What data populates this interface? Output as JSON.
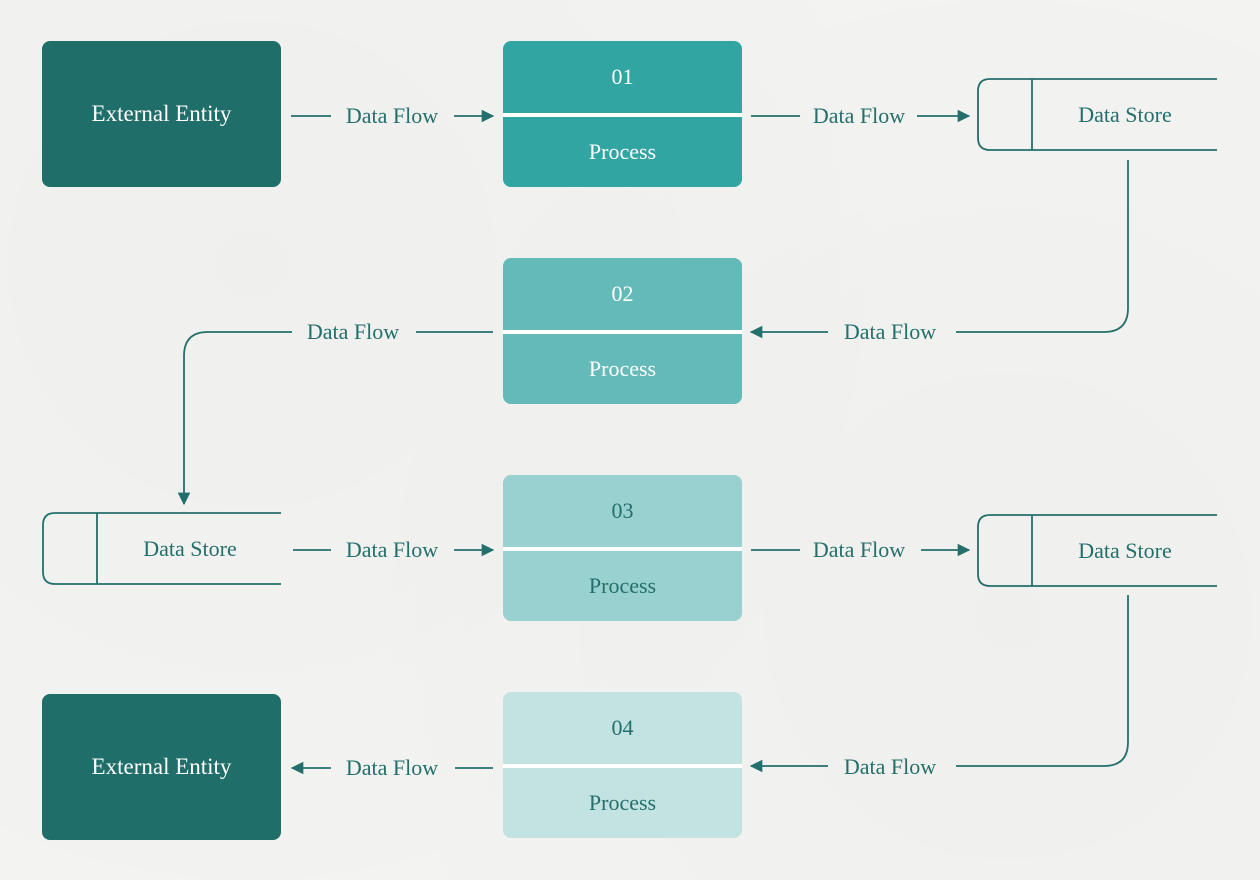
{
  "colors": {
    "entity": "#1f6e69",
    "line": "#236f6b",
    "process_01": "#31a5a2",
    "process_02": "#64bab8",
    "process_03": "#98d1cf",
    "process_04": "#c2e3e2",
    "text_light": "#ffffff",
    "text_dark": "#236f6b"
  },
  "entities": [
    {
      "label": "External Entity"
    },
    {
      "label": "External Entity"
    }
  ],
  "processes": [
    {
      "number": "01",
      "label": "Process"
    },
    {
      "number": "02",
      "label": "Process"
    },
    {
      "number": "03",
      "label": "Process"
    },
    {
      "number": "04",
      "label": "Process"
    }
  ],
  "stores": [
    {
      "label": "Data Store"
    },
    {
      "label": "Data Store"
    },
    {
      "label": "Data Store"
    }
  ],
  "flows": [
    {
      "label": "Data Flow"
    },
    {
      "label": "Data Flow"
    },
    {
      "label": "Data Flow"
    },
    {
      "label": "Data Flow"
    },
    {
      "label": "Data Flow"
    },
    {
      "label": "Data Flow"
    },
    {
      "label": "Data Flow"
    },
    {
      "label": "Data Flow"
    }
  ]
}
